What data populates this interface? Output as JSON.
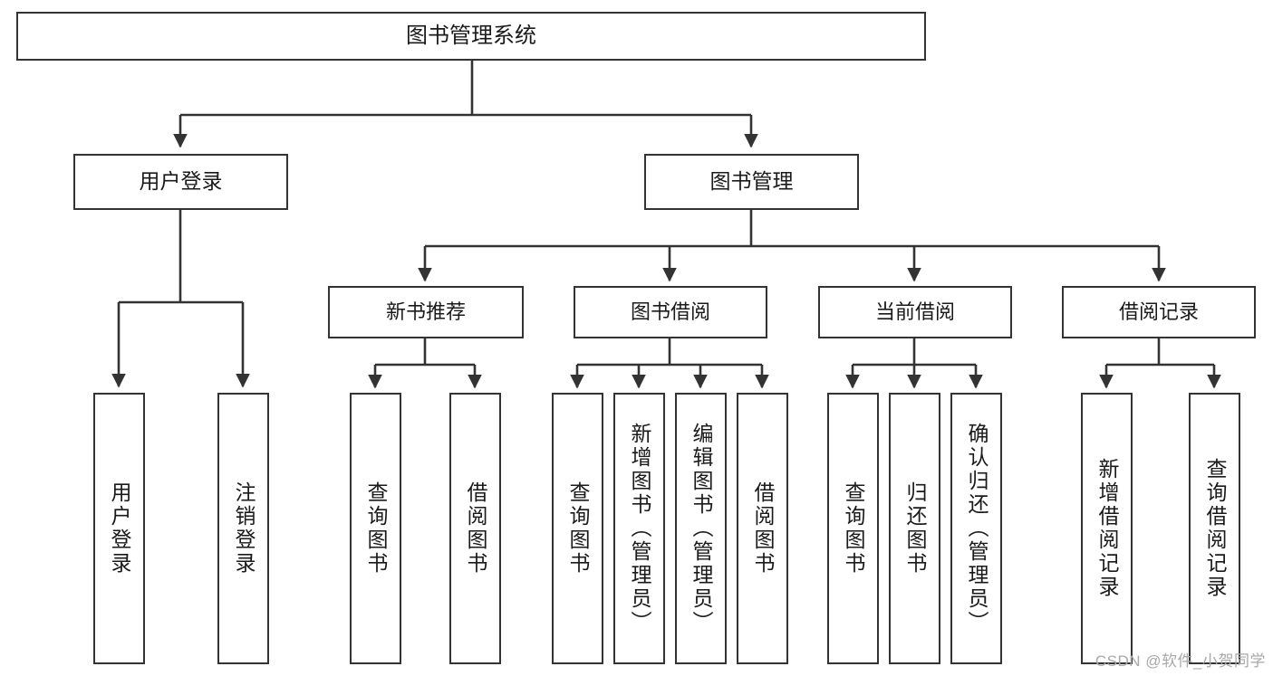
{
  "diagram": {
    "title": "图书管理系统",
    "type": "tree-hierarchy-diagram",
    "colors": {
      "box_border": "#333333",
      "box_fill": "#ffffff",
      "connector": "#333333",
      "text": "#1a1a1a",
      "watermark": "#a8a8a8"
    },
    "root": {
      "label": "图书管理系统"
    },
    "level2": [
      {
        "label": "用户登录"
      },
      {
        "label": "图书管理"
      }
    ],
    "level3": [
      {
        "label": "新书推荐"
      },
      {
        "label": "图书借阅"
      },
      {
        "label": "当前借阅"
      },
      {
        "label": "借阅记录"
      }
    ],
    "leaves": {
      "user_login": [
        {
          "label": "用户登录"
        },
        {
          "label": "注销登录"
        }
      ],
      "new_book_recommend": [
        {
          "label": "查询图书"
        },
        {
          "label": "借阅图书"
        }
      ],
      "book_borrow": [
        {
          "label": "查询图书"
        },
        {
          "label": "新增图书（管理员）"
        },
        {
          "label": "编辑图书（管理员）"
        },
        {
          "label": "借阅图书"
        }
      ],
      "current_borrow": [
        {
          "label": "查询图书"
        },
        {
          "label": "归还图书"
        },
        {
          "label": "确认归还（管理员）"
        }
      ],
      "borrow_record": [
        {
          "label": "新增借阅记录"
        },
        {
          "label": "查询借阅记录"
        }
      ]
    }
  },
  "watermark": {
    "text": "CSDN @软件_小贺同学"
  }
}
